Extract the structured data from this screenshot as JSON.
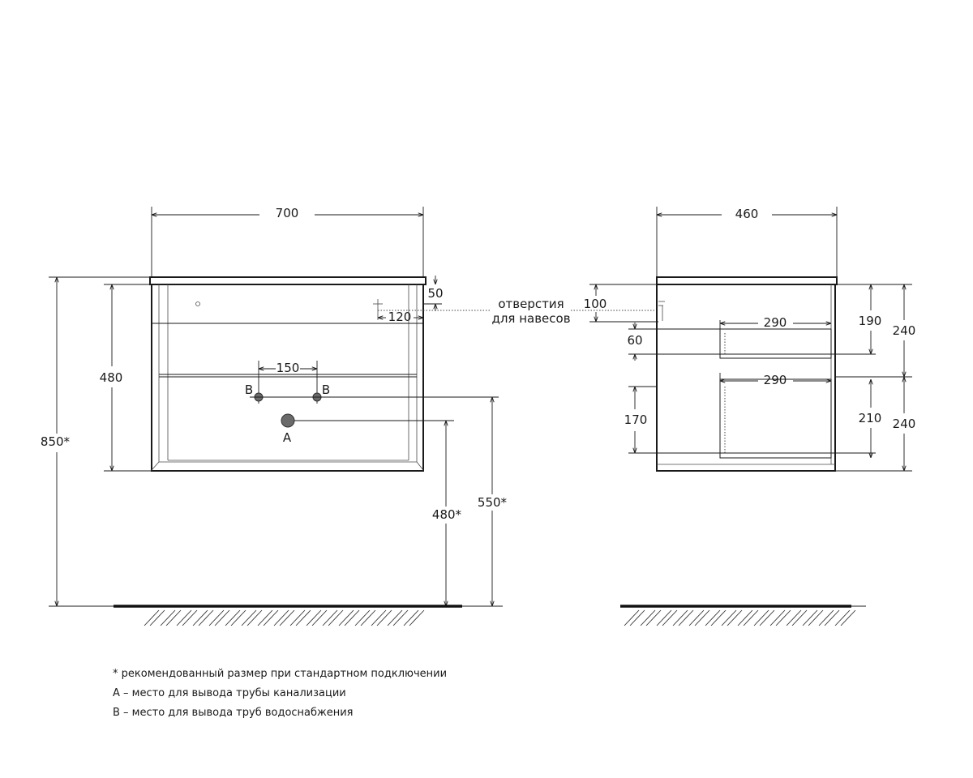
{
  "front_view": {
    "width_label": "700",
    "total_height_label": "850*",
    "body_height_label": "480",
    "hole_offset_top_label": "50",
    "hole_offset_side_label": "120",
    "pipes_spacing_label": "150",
    "pipe_b_left_label": "B",
    "pipe_b_right_label": "B",
    "pipe_a_label": "A",
    "pipe_a_height_label": "480*",
    "pipe_b_height_label": "550*"
  },
  "callout": {
    "line1": "отверстия",
    "line2": "для навесов"
  },
  "side_view": {
    "depth_label": "460",
    "hole_offset_label": "100",
    "shelf1_depth_label": "290",
    "shelf2_depth_label": "290",
    "gap_label": "60",
    "drawer_front_label": "170",
    "drawer1_inner_label": "190",
    "drawer2_inner_label": "210",
    "drawer1_height_label": "240",
    "drawer2_height_label": "240"
  },
  "notes": [
    "* рекомендованный размер при стандартном подключении",
    "A – место для вывода трубы канализации",
    "B – место для вывода труб водоснабжения"
  ]
}
